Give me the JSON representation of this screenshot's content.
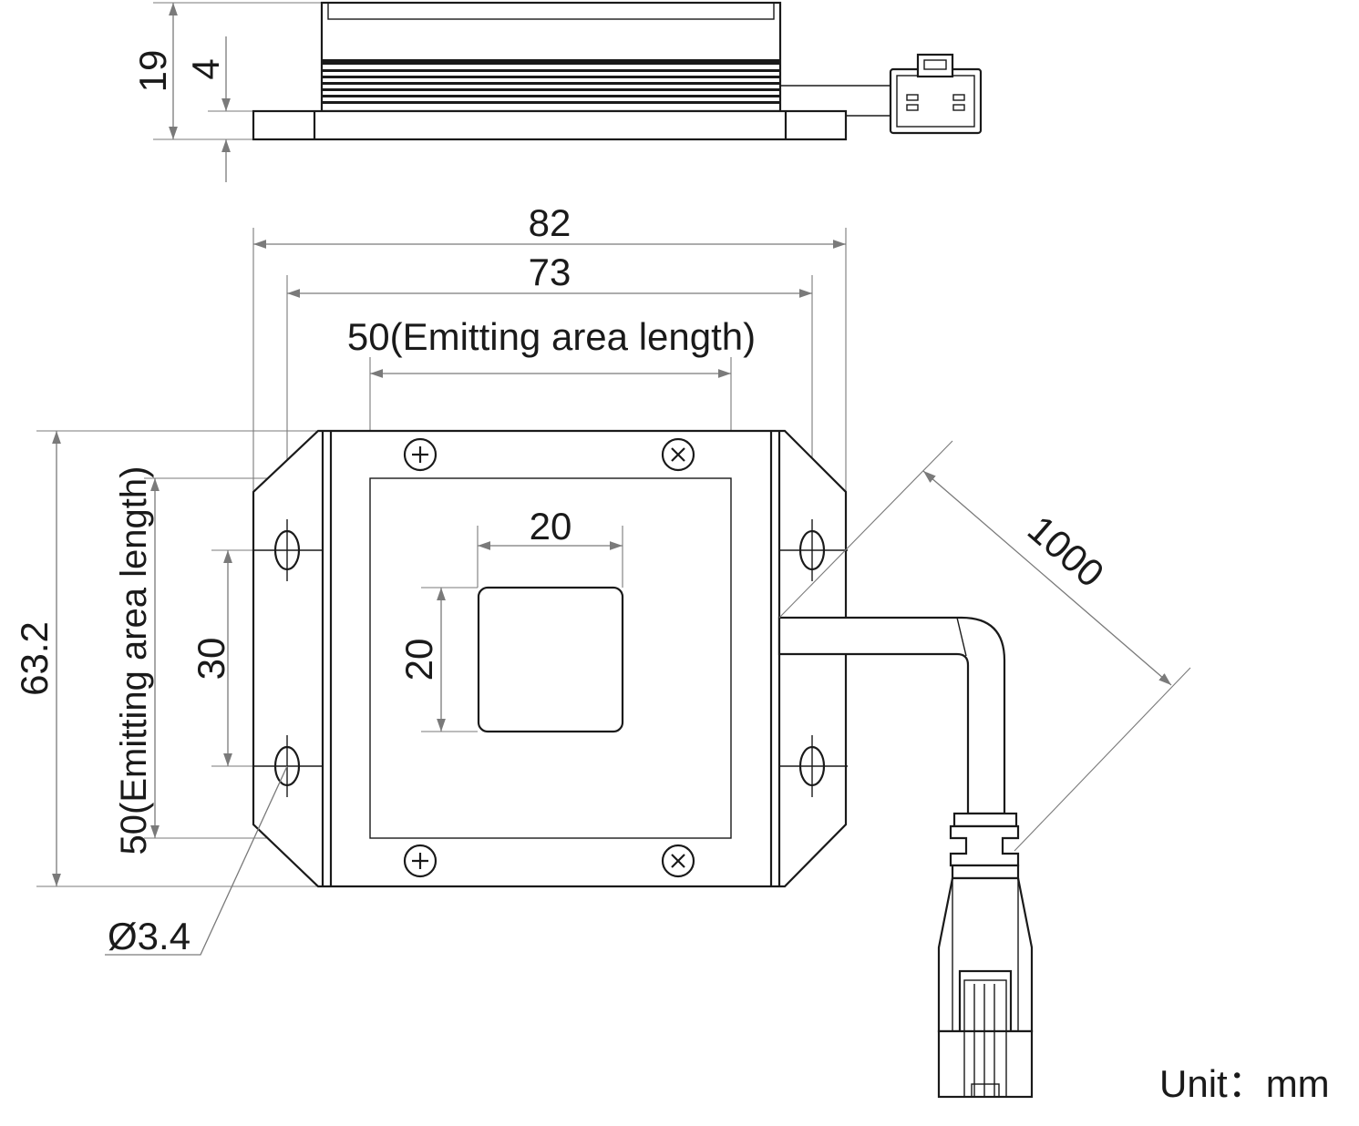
{
  "side_view": {
    "height_total": "19",
    "height_base": "4"
  },
  "top_view": {
    "width_total": "82",
    "hole_spacing_x": "73",
    "emitting_width": "50(Emitting area length)",
    "window_width": "20",
    "window_height": "20",
    "hole_spacing_y": "30",
    "height_total": "63.2",
    "emitting_height": "50(Emitting area length)",
    "hole_diameter": "Ø3.4",
    "cable_length": "1000"
  },
  "unit_label": "Unit：mm"
}
